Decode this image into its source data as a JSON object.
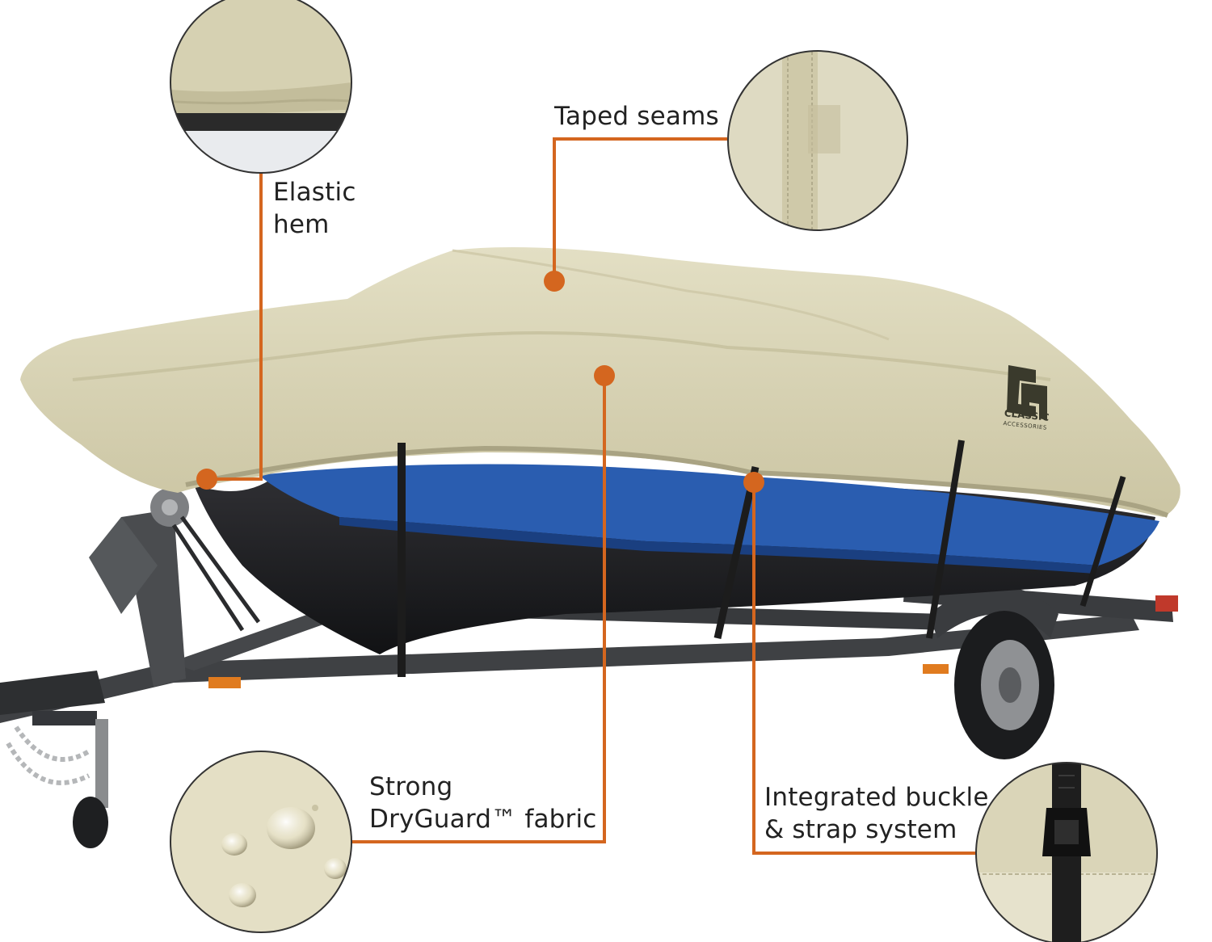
{
  "colors": {
    "accent": "#d4661f",
    "cover": "#d8d3b5",
    "cover_shadow": "#bdb796",
    "hull_blue": "#2a5db0",
    "hull_black": "#1c1d20",
    "trailer": "#3b3d40",
    "text": "#222222"
  },
  "callouts": {
    "elastic_hem": {
      "line1": "Elastic",
      "line2": "hem",
      "icon": "elastic-hem-closeup"
    },
    "taped_seams": {
      "label": "Taped seams",
      "icon": "taped-seams-closeup"
    },
    "dryguard": {
      "line1": "Strong",
      "line2": "DryGuard™ fabric",
      "icon": "water-droplets-closeup"
    },
    "buckle": {
      "line1": "Integrated buckle",
      "line2": "& strap system",
      "icon": "buckle-strap-closeup"
    }
  },
  "logo": {
    "brand": "CLASSIC",
    "sub": "ACCESSORIES",
    "icon": "classic-accessories-logo"
  }
}
